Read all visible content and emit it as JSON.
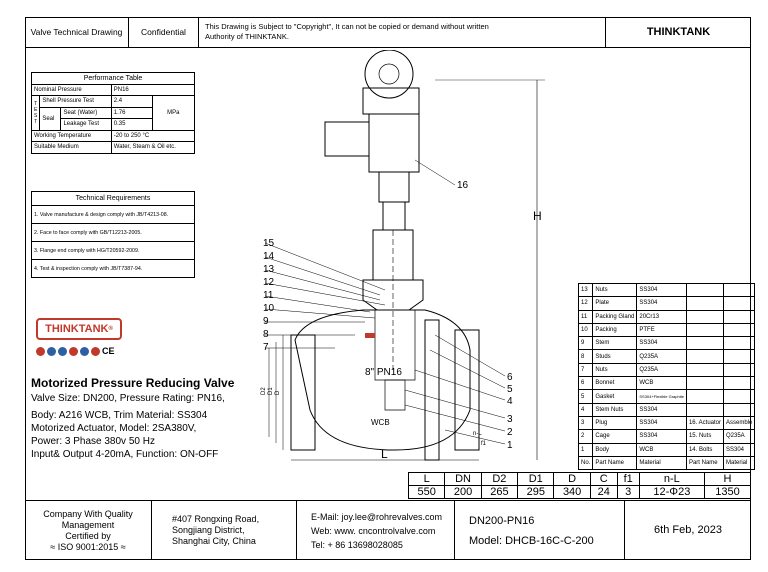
{
  "header": {
    "col1": "Valve Technical Drawing",
    "col2": "Confidential",
    "notice1": "This Drawing is Subject to \"Copyright\", It can not be copied or demand without written",
    "notice2": "Authority of THINKTANK.",
    "brand": "THINKTANK"
  },
  "performance": {
    "title": "Performance Table",
    "rows": [
      {
        "label": "Nominal Pressure",
        "value": "PN16"
      },
      {
        "label": "Shell Pressure Test",
        "value": "2.4"
      },
      {
        "label": "Seat (Water)",
        "value": "1.76"
      },
      {
        "label": "Leakage Test",
        "value": "0.35"
      },
      {
        "label": "Working Temperature",
        "value": "-20 to 250 °C"
      },
      {
        "label": "Suitable Medium",
        "value": "Water, Steam & Oil etc."
      }
    ],
    "test_letters": "T E S T",
    "seal": "Seal",
    "unit": "MPa"
  },
  "requirements": {
    "title": "Technical Requirements",
    "items": [
      "1. Valve manufacture & design comply with JB/T4213-08.",
      "2. Face to face comply with GB/T12213-2005.",
      "3. Flange end comply with HG/T20592-2009.",
      "4. Test & inspection comply with JB/T7387-94."
    ]
  },
  "logo": {
    "text": "THINKTANK",
    "reg": "®",
    "cert_ce": "CE"
  },
  "product": {
    "title": "Motorized Pressure Reducing Valve",
    "lines": [
      "Valve Size: DN200, Pressure Rating: PN16,",
      "Body: A216 WCB, Trim Material: SS304",
      "Motorized Actuator, Model: 2SA380V,",
      "Power: 3 Phase 380v 50 Hz",
      "Input& Output 4-20mA, Function: ON-OFF"
    ]
  },
  "drawing": {
    "callouts": [
      "1",
      "2",
      "3",
      "4",
      "5",
      "6",
      "7",
      "8",
      "9",
      "10",
      "11",
      "12",
      "13",
      "14",
      "15",
      "16"
    ],
    "size_label": "8\" PN16",
    "wcb": "WCB",
    "dim_H": "H",
    "dim_L": "L",
    "dim_D": "D",
    "dim_D1": "D1",
    "dim_D2": "D2",
    "dim_f1": "f1",
    "dim_nL": "n-L"
  },
  "parts": {
    "rows": [
      {
        "no": "13",
        "name": "Nuts",
        "mat": "SS304",
        "no2": "",
        "name2": "",
        "mat2": ""
      },
      {
        "no": "12",
        "name": "Plate",
        "mat": "SS304",
        "no2": "",
        "name2": "",
        "mat2": ""
      },
      {
        "no": "11",
        "name": "Packing Gland",
        "mat": "20Cr13",
        "no2": "",
        "name2": "",
        "mat2": ""
      },
      {
        "no": "10",
        "name": "Packing",
        "mat": "PTFE",
        "no2": "",
        "name2": "",
        "mat2": ""
      },
      {
        "no": "9",
        "name": "Stem",
        "mat": "SS304",
        "no2": "",
        "name2": "",
        "mat2": ""
      },
      {
        "no": "8",
        "name": "Studs",
        "mat": "Q235A",
        "no2": "",
        "name2": "",
        "mat2": ""
      },
      {
        "no": "7",
        "name": "Nuts",
        "mat": "Q235A",
        "no2": "",
        "name2": "",
        "mat2": ""
      },
      {
        "no": "6",
        "name": "Bonnet",
        "mat": "WCB",
        "no2": "",
        "name2": "",
        "mat2": ""
      },
      {
        "no": "5",
        "name": "Gasket",
        "mat": "SS304+Flexible Graphite",
        "no2": "",
        "name2": "",
        "mat2": ""
      },
      {
        "no": "4",
        "name": "Stem Nuts",
        "mat": "SS304",
        "no2": "",
        "name2": "",
        "mat2": ""
      },
      {
        "no": "3",
        "name": "Plug",
        "mat": "SS304",
        "no2": "16. Actuator",
        "name2": "Assemble",
        "mat2": ""
      },
      {
        "no": "2",
        "name": "Cage",
        "mat": "SS304",
        "no2": "15. Nuts",
        "name2": "Q235A",
        "mat2": ""
      },
      {
        "no": "1",
        "name": "Body",
        "mat": "WCB",
        "no2": "14. Bolts",
        "name2": "SS304",
        "mat2": ""
      }
    ],
    "header": {
      "no": "No.",
      "name": "Part Name",
      "mat": "Material",
      "name2": "Part Name",
      "mat2": "Material"
    }
  },
  "dimensions": {
    "headers": [
      "L",
      "DN",
      "D2",
      "D1",
      "D",
      "C",
      "f1",
      "n-L",
      "H"
    ],
    "values": [
      "550",
      "200",
      "265",
      "295",
      "340",
      "24",
      "3",
      "12-Φ23",
      "1350"
    ]
  },
  "footer": {
    "quality": [
      "Company With Quality",
      "Management",
      "Certified by",
      "≈ ISO 9001:2015 ≈"
    ],
    "address": [
      "#407 Rongxing Road,",
      "Songjiang District,",
      "Shanghai City, China"
    ],
    "contact": [
      "E-Mail: joy.lee@rohrevalves.com",
      "Web: www. cncontrolvalve.com",
      "Tel:  + 86 13698028085"
    ],
    "model_size": "DN200-PN16",
    "model": "Model: DHCB-16C-C-200",
    "date": "6th Feb, 2023"
  }
}
